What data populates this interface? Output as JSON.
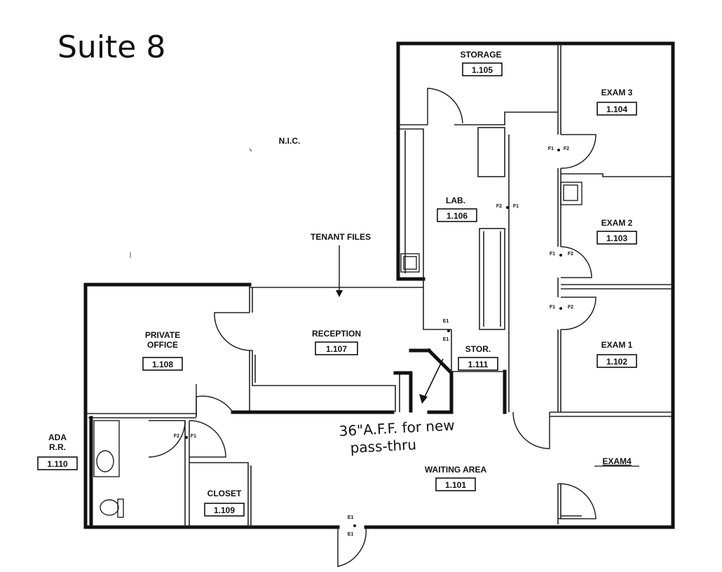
{
  "title": "Suite 8",
  "nic_label": "N.I.C.",
  "tenant_files_label": "TENANT FILES",
  "annotation_line1": "36\"A.F.F. for new",
  "annotation_line2": "pass-thru",
  "door_tag_f1": "F1",
  "door_tag_f2": "F2",
  "door_tag_e1": "E1",
  "rooms": [
    {
      "key": "storage",
      "name": "STORAGE",
      "number": "1.105"
    },
    {
      "key": "exam3",
      "name": "EXAM 3",
      "number": "1.104"
    },
    {
      "key": "lab",
      "name": "LAB.",
      "number": "1.106"
    },
    {
      "key": "exam2",
      "name": "EXAM 2",
      "number": "1.103"
    },
    {
      "key": "reception",
      "name": "RECEPTION",
      "number": "1.107"
    },
    {
      "key": "stor",
      "name": "STOR.",
      "number": "1.111"
    },
    {
      "key": "exam1",
      "name": "EXAM 1",
      "number": "1.102"
    },
    {
      "key": "private_office",
      "name": "PRIVATE",
      "name2": "OFFICE",
      "number": "1.108"
    },
    {
      "key": "ada_rr",
      "name": "ADA",
      "name2": "R.R.",
      "number": "1.110"
    },
    {
      "key": "closet",
      "name": "CLOSET",
      "number": "1.109"
    },
    {
      "key": "waiting",
      "name": "WAITING AREA",
      "number": "1.101"
    },
    {
      "key": "exam4",
      "name": "EXAM4"
    }
  ]
}
